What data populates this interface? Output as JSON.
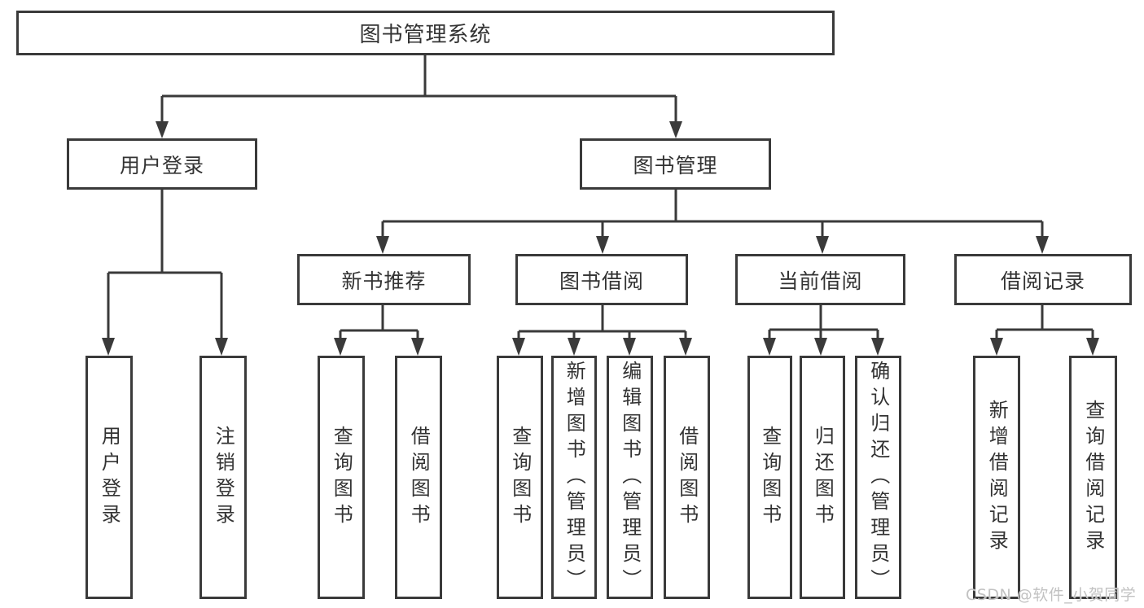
{
  "diagram": {
    "root": "图书管理系统",
    "level2": [
      "用户登录",
      "图书管理"
    ],
    "level3": [
      "新书推荐",
      "图书借阅",
      "当前借阅",
      "借阅记录"
    ],
    "leaves": {
      "login": [
        "用户登录",
        "注销登录"
      ],
      "newbook": [
        "查询图书",
        "借阅图书"
      ],
      "borrow": [
        "查询图书",
        "新增图书（管理员）",
        "编辑图书（管理员）",
        "借阅图书"
      ],
      "current": [
        "查询图书",
        "归还图书",
        "确认归还（管理员）"
      ],
      "record": [
        "新增借阅记录",
        "查询借阅记录"
      ]
    }
  },
  "watermark": "CSDN @软件_小贺同学",
  "colors": {
    "line": "#3a3a3a",
    "text": "#333333",
    "box_bg": "#ffffff",
    "watermark": "#c2c2c2"
  }
}
